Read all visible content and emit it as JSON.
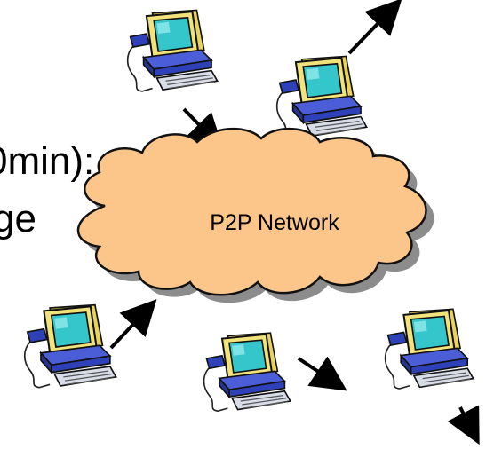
{
  "text_fragments": [
    "0min):",
    "ge"
  ],
  "cloud": {
    "label": "P2P Network",
    "fill": "#FCC58A",
    "shadow": "#8C8C8C"
  },
  "computer": {
    "icon": "desktop-computer-icon",
    "monitor_color": "#E9D35A",
    "screen_color": "#35C6CC",
    "case_color": "#2F41B8"
  },
  "arrows": {
    "color": "#000000",
    "icon": "arrow-icon"
  }
}
